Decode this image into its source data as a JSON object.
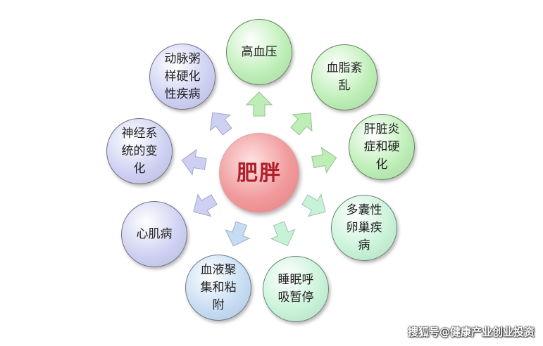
{
  "center": {
    "label": "肥胖",
    "color": "#f19a9c"
  },
  "nodes": [
    {
      "label": "高血压",
      "color": "#bdeeb6"
    },
    {
      "label": "血脂紊乱",
      "color": "#bdeeb6"
    },
    {
      "label": "肝脏炎症和硬化",
      "color": "#bdeeb6"
    },
    {
      "label": "多囊性卵巢疾病",
      "color": "#c8f2d8"
    },
    {
      "label": "睡眠呼吸暂停",
      "color": "#c8f2d8"
    },
    {
      "label": "血液聚集和粘附",
      "color": "#c6dcf3"
    },
    {
      "label": "心肌病",
      "color": "#cdd0f2"
    },
    {
      "label": "神经系统的变化",
      "color": "#cdd0f2"
    },
    {
      "label": "动脉粥样硬化性疾病",
      "color": "#cdd0f2"
    }
  ],
  "watermark": "搜狐号@健康产业创业投资"
}
